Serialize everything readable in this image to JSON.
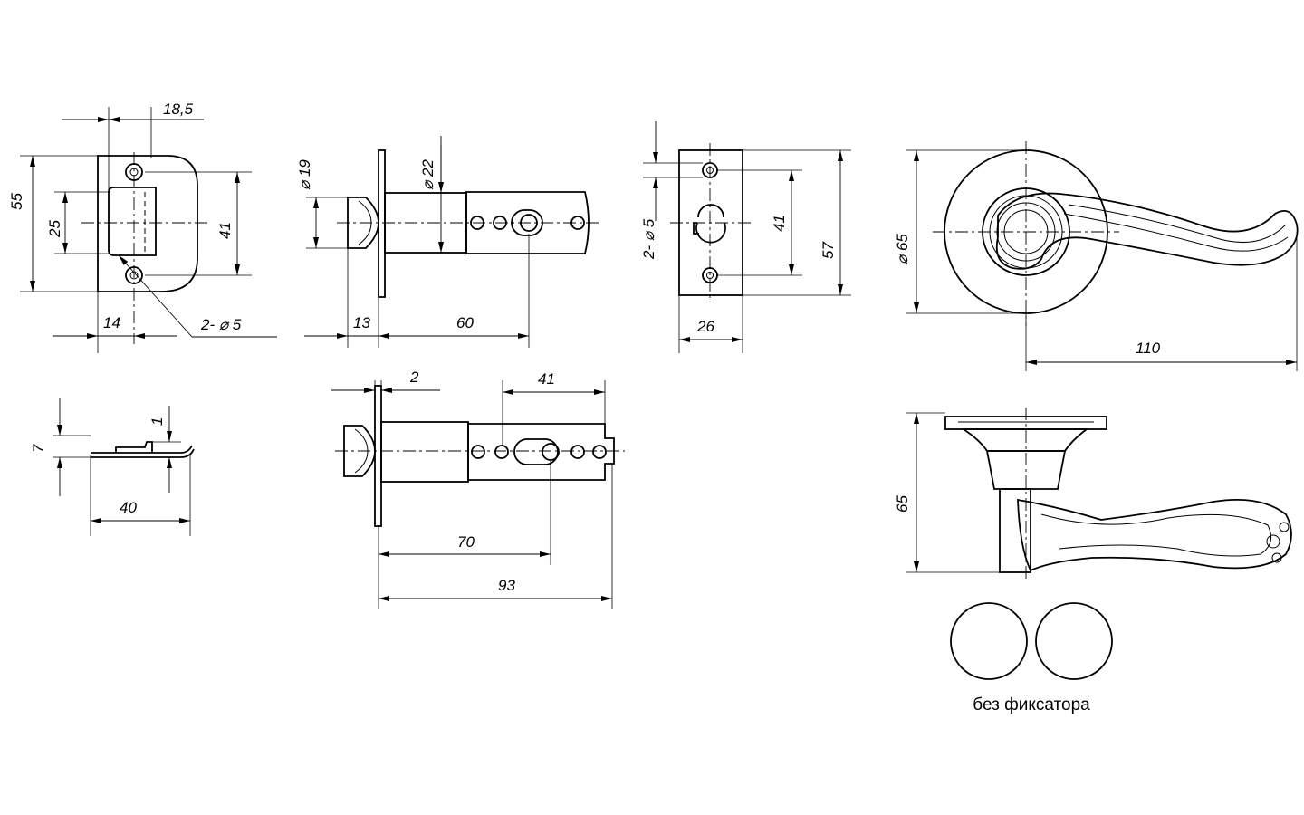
{
  "dimensions": {
    "strike_width_top": "18,5",
    "strike_height": "55",
    "strike_opening": "25",
    "strike_hole_spacing": "41",
    "strike_hole_offset": "14",
    "strike_holes": "2- ⌀ 5",
    "strike_side_thickness": "1",
    "strike_side_offset": "7",
    "strike_side_length": "40",
    "latch_bolt_diameter": "⌀ 19",
    "latch_housing_diameter": "⌀ 22",
    "latch_bolt_projection": "13",
    "latch_backset_short": "60",
    "latch_faceplate_thickness": "2",
    "latch_extension": "41",
    "latch_backset_long": "70",
    "latch_total_length": "93",
    "faceplate_holes": "2- ⌀ 5",
    "faceplate_hole_spacing": "41",
    "faceplate_height": "57",
    "faceplate_width": "26",
    "rosette_diameter": "⌀ 65",
    "handle_length": "110",
    "handle_height": "65"
  },
  "caption": "без фиксатора"
}
